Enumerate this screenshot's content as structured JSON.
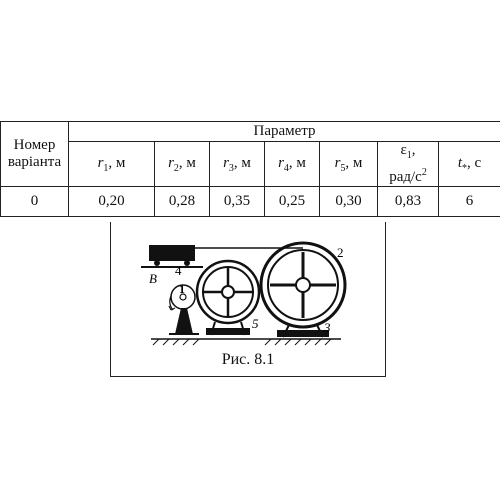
{
  "table": {
    "variant_header": "Номер варіанта",
    "param_header": "Параметр",
    "columns": [
      {
        "sym": "r",
        "sub": "1",
        "unit": ", м"
      },
      {
        "sym": "r",
        "sub": "2",
        "unit": ", м"
      },
      {
        "sym": "r",
        "sub": "3",
        "unit": ", м"
      },
      {
        "sym": "r",
        "sub": "4",
        "unit": ", м"
      },
      {
        "sym": "r",
        "sub": "5",
        "unit": ", м"
      },
      {
        "sym": "ε",
        "sub": "1",
        "unit_pre": "рад/с",
        "unit_sup": "2"
      },
      {
        "sym": "t",
        "sub": "*",
        "unit": ", с"
      }
    ],
    "row": {
      "variant": "0",
      "values": [
        "0,20",
        "0,28",
        "0,35",
        "0,25",
        "0,30",
        "0,83",
        "6"
      ]
    }
  },
  "figure": {
    "labels": {
      "b": "B",
      "l1": "1",
      "l2": "2",
      "l3": "3",
      "l4": "4",
      "l5": "5"
    },
    "caption": "Рис. 8.1"
  }
}
